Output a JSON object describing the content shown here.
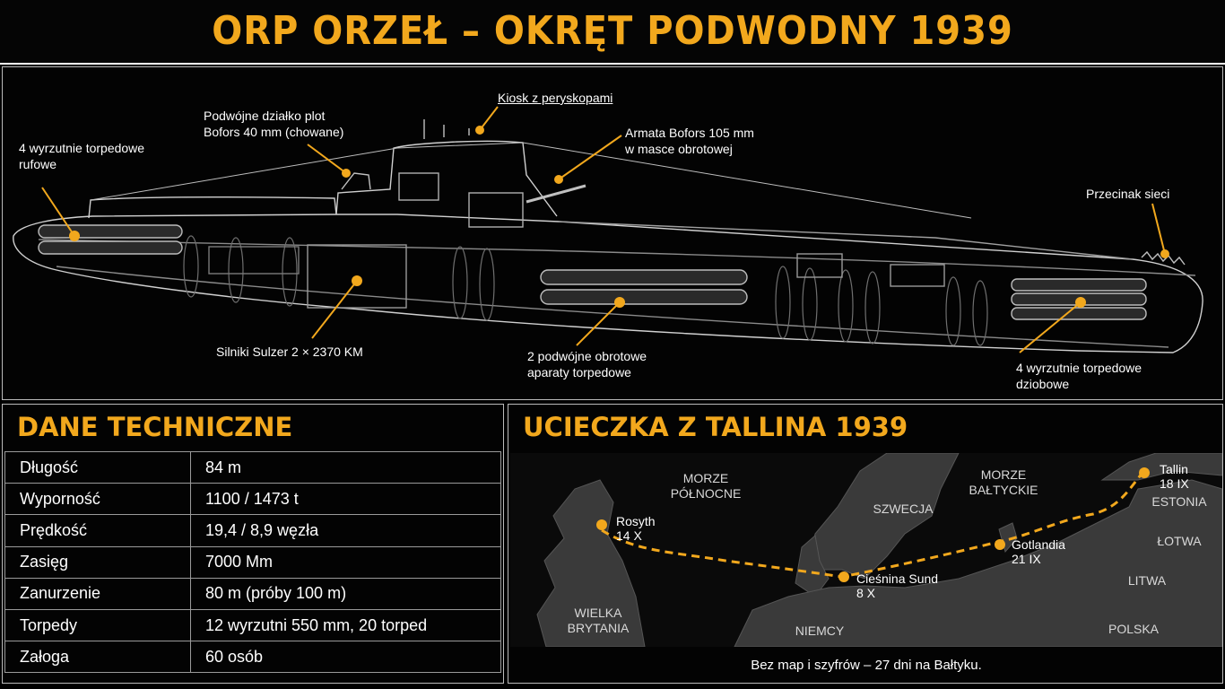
{
  "title": "ORP ORZEŁ – OKRĘT PODWODNY 1939",
  "ship_labels": {
    "stern_tubes": [
      "4 wyrzutnie torpedowe",
      "rufowe"
    ],
    "aa_gun": [
      "Podwójne działko plot",
      "Bofors 40 mm (chowane)"
    ],
    "conning_tower": "Kiosk z peryskopami",
    "main_gun": [
      "Armata Bofors 105 mm",
      "w masce obrotowej"
    ],
    "net_cutter": "Przecinak sieci",
    "engines": "Silniki Sulzer 2 × 2370 KM",
    "mid_tubes": [
      "2 podwójne obrotowe",
      "aparaty torpedowe"
    ],
    "bow_tubes": [
      "4 wyrzutnie torpedowe",
      "dziobowe"
    ]
  },
  "tech": {
    "title": "DANE TECHNICZNE",
    "rows": [
      {
        "key": "Długość",
        "value": "84 m"
      },
      {
        "key": "Wyporność",
        "value": "1100 / 1473 t"
      },
      {
        "key": "Prędkość",
        "value": "19,4 / 8,9 węzła"
      },
      {
        "key": "Zasięg",
        "value": "7000 Mm"
      },
      {
        "key": "Zanurzenie",
        "value": "80 m (próby 100 m)"
      },
      {
        "key": "Torpedy",
        "value": "12 wyrzutni 550 mm, 20 torped"
      },
      {
        "key": "Załoga",
        "value": "60 osób"
      }
    ]
  },
  "map": {
    "title": "UCIECZKA Z TALLINA 1939",
    "regions": {
      "north_sea": [
        "MORZE",
        "PÓŁNOCNE"
      ],
      "baltic": [
        "MORZE",
        "BAŁTYCKIE"
      ],
      "sweden": "SZWECJA",
      "estonia": "ESTONIA",
      "latvia": "ŁOTWA",
      "lithuania": "LITWA",
      "poland": "POLSKA",
      "germany": "NIEMCY",
      "britain": [
        "WIELKA",
        "BRYTANIA"
      ]
    },
    "stops": [
      {
        "name": "Tallin",
        "date": "18 IX"
      },
      {
        "name": "Gotlandia",
        "date": "21 IX"
      },
      {
        "name": "Cieśnina Sund",
        "date": "8 X"
      },
      {
        "name": "Rosyth",
        "date": "14 X"
      }
    ],
    "caption": "Bez map i szyfrów – 27 dni na Bałtyku."
  },
  "colors": {
    "accent": "#f2a81d",
    "background": "#000000",
    "line": "#ffffff"
  }
}
